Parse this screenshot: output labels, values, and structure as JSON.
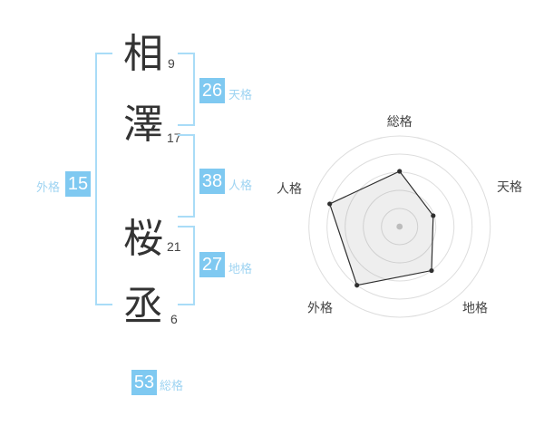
{
  "name": {
    "characters": [
      {
        "char": "相",
        "strokes": "9"
      },
      {
        "char": "澤",
        "strokes": "17"
      },
      {
        "char": "桜",
        "strokes": "21"
      },
      {
        "char": "丞",
        "strokes": "6"
      }
    ]
  },
  "badges": {
    "tenkaku": {
      "value": "26",
      "label": "天格"
    },
    "jinkaku": {
      "value": "38",
      "label": "人格"
    },
    "chikaku": {
      "value": "27",
      "label": "地格"
    },
    "gaikaku": {
      "value": "15",
      "label": "外格"
    },
    "soukaku": {
      "value": "53",
      "label": "総格"
    }
  },
  "colors": {
    "badge_bg": "#7fc9f1",
    "badge_text": "#ffffff",
    "label_text": "#9fd4f2",
    "bracket": "#a9dcf7",
    "kanji_text": "#333333",
    "ring": "#dddddd",
    "polygon_stroke": "#2f2f2f"
  },
  "chart_data": {
    "type": "radar",
    "categories": [
      "総格",
      "天格",
      "地格",
      "外格",
      "人格"
    ],
    "values": [
      61,
      39,
      60,
      80,
      81
    ],
    "max": 100,
    "rings": [
      20,
      40,
      60,
      80,
      100
    ],
    "title": "",
    "legend": false
  }
}
